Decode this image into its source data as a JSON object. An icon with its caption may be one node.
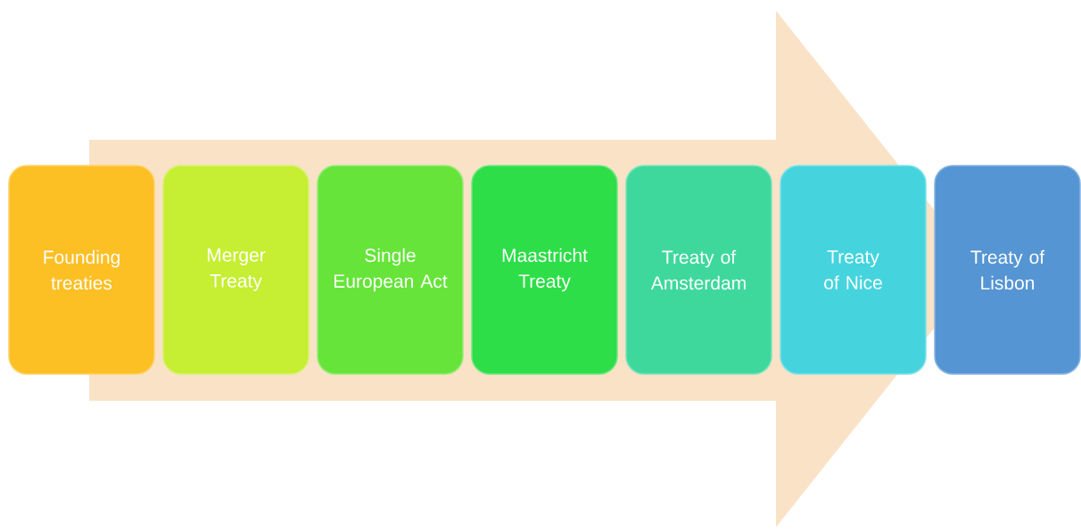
{
  "diagram": {
    "nodes": [
      {
        "text": [
          "Founding treaties"
        ]
      },
      {
        "text": [
          "Merger Treaty"
        ]
      },
      {
        "text": [
          "Single European Act"
        ]
      },
      {
        "text": [
          "Maastricht Treaty"
        ]
      },
      {
        "text": [
          "Treaty of Amsterdam"
        ]
      },
      {
        "text": [
          "Treaty of Nice"
        ]
      },
      {
        "text": [
          "Treaty of Lisbon"
        ]
      }
    ],
    "edges": [
      {
        "from": 0,
        "to": 6,
        "arrow": "to"
      }
    ]
  }
}
